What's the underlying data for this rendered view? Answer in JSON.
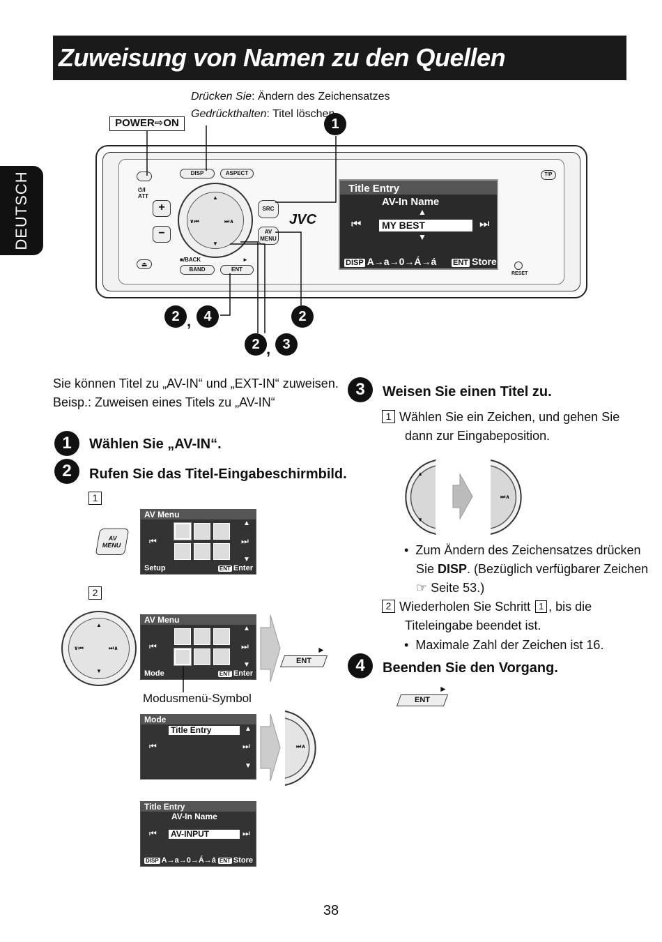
{
  "page": {
    "title": "Zuweisung von Namen zu den Quellen",
    "side_tab": "DEUTSCH",
    "page_number": "38"
  },
  "diagram": {
    "callout_press_label": "Drücken Sie",
    "callout_press_text": ": Ändern des Zeichensatzes",
    "callout_hold_label": "Gedrückthalten",
    "callout_hold_text": ": Titel löschen",
    "power_label": "POWER⇨ON",
    "markers": {
      "m1": "1",
      "m2a": "2",
      "m4": "4",
      "m2b": "2",
      "m2c": "2",
      "m3": "3",
      "comma": ","
    },
    "radio": {
      "brand": "JVC",
      "disp": "DISP",
      "aspect": "ASPECT",
      "src": "SRC",
      "av_menu_av": "AV",
      "av_menu_menu": "MENU",
      "back": "■/BACK",
      "band": "BAND",
      "ent": "ENT",
      "att": "⏻/I\nATT",
      "plus": "+",
      "minus": "−",
      "tp": "T/P",
      "reset": "RESET",
      "play_mark": "►",
      "display": {
        "title": "Title Entry",
        "subtitle": "AV-In Name",
        "field": "MY BEST",
        "disp_tag": "DISP",
        "charset": "A→a→0→Á→á",
        "ent_tag": "ENT",
        "store": "Store"
      }
    }
  },
  "intro": {
    "line1": "Sie können Titel zu „AV-IN“ und „EXT-IN“ zuweisen.",
    "line2": "Beisp.: Zuweisen eines Titels zu „AV-IN“"
  },
  "steps": {
    "s1_num": "1",
    "s1": "Wählen Sie „AV-IN“.",
    "s2_num": "2",
    "s2": "Rufen Sie das Titel-Eingabeschirmbild.",
    "s2_sub1": "1",
    "s2_sub2": "2",
    "s3_num": "3",
    "s3": "Weisen Sie einen Titel zu.",
    "s3_sub1_num": "1",
    "s3_sub1_line1": "Wählen Sie ein Zeichen, und gehen Sie",
    "s3_sub1_line2": "dann zur Eingabeposition.",
    "s3_bullet1_line1": "Zum Ändern des Zeichensatzes drücken",
    "s3_bullet1_pre": "Sie ",
    "s3_bullet1_bold": "DISP",
    "s3_bullet1_post": ". (Bezüglich verfügbarer Zeichen",
    "s3_bullet1_line3": "☞ Seite 53.)",
    "s3_sub2_num": "2",
    "s3_sub2_pre": "Wiederholen Sie Schritt ",
    "s3_sub2_ref": "1",
    "s3_sub2_post": ", bis die",
    "s3_sub2_line2": "Titeleingabe beendet ist.",
    "s3_bullet2": "Maximale Zahl der Zeichen ist 16.",
    "s4_num": "4",
    "s4": "Beenden Sie den Vorgang.",
    "bullet": "•"
  },
  "screens": {
    "av_menu_title": "AV Menu",
    "setup": "Setup",
    "mode": "Mode",
    "ent_tag": "ENT",
    "enter": "Enter",
    "mode_title": "Mode",
    "mode_item": "Title Entry",
    "te_title": "Title Entry",
    "te_sub": "AV-In Name",
    "te_field": "AV-INPUT",
    "te_disp": "DISP",
    "te_charset": "A→a→0→Á→á",
    "te_store": "Store",
    "av_btn_av": "AV",
    "av_btn_menu": "MENU",
    "ent_btn": "ENT",
    "play_mark": "►",
    "mode_icon_label": "Modusmenü-Symbol"
  }
}
